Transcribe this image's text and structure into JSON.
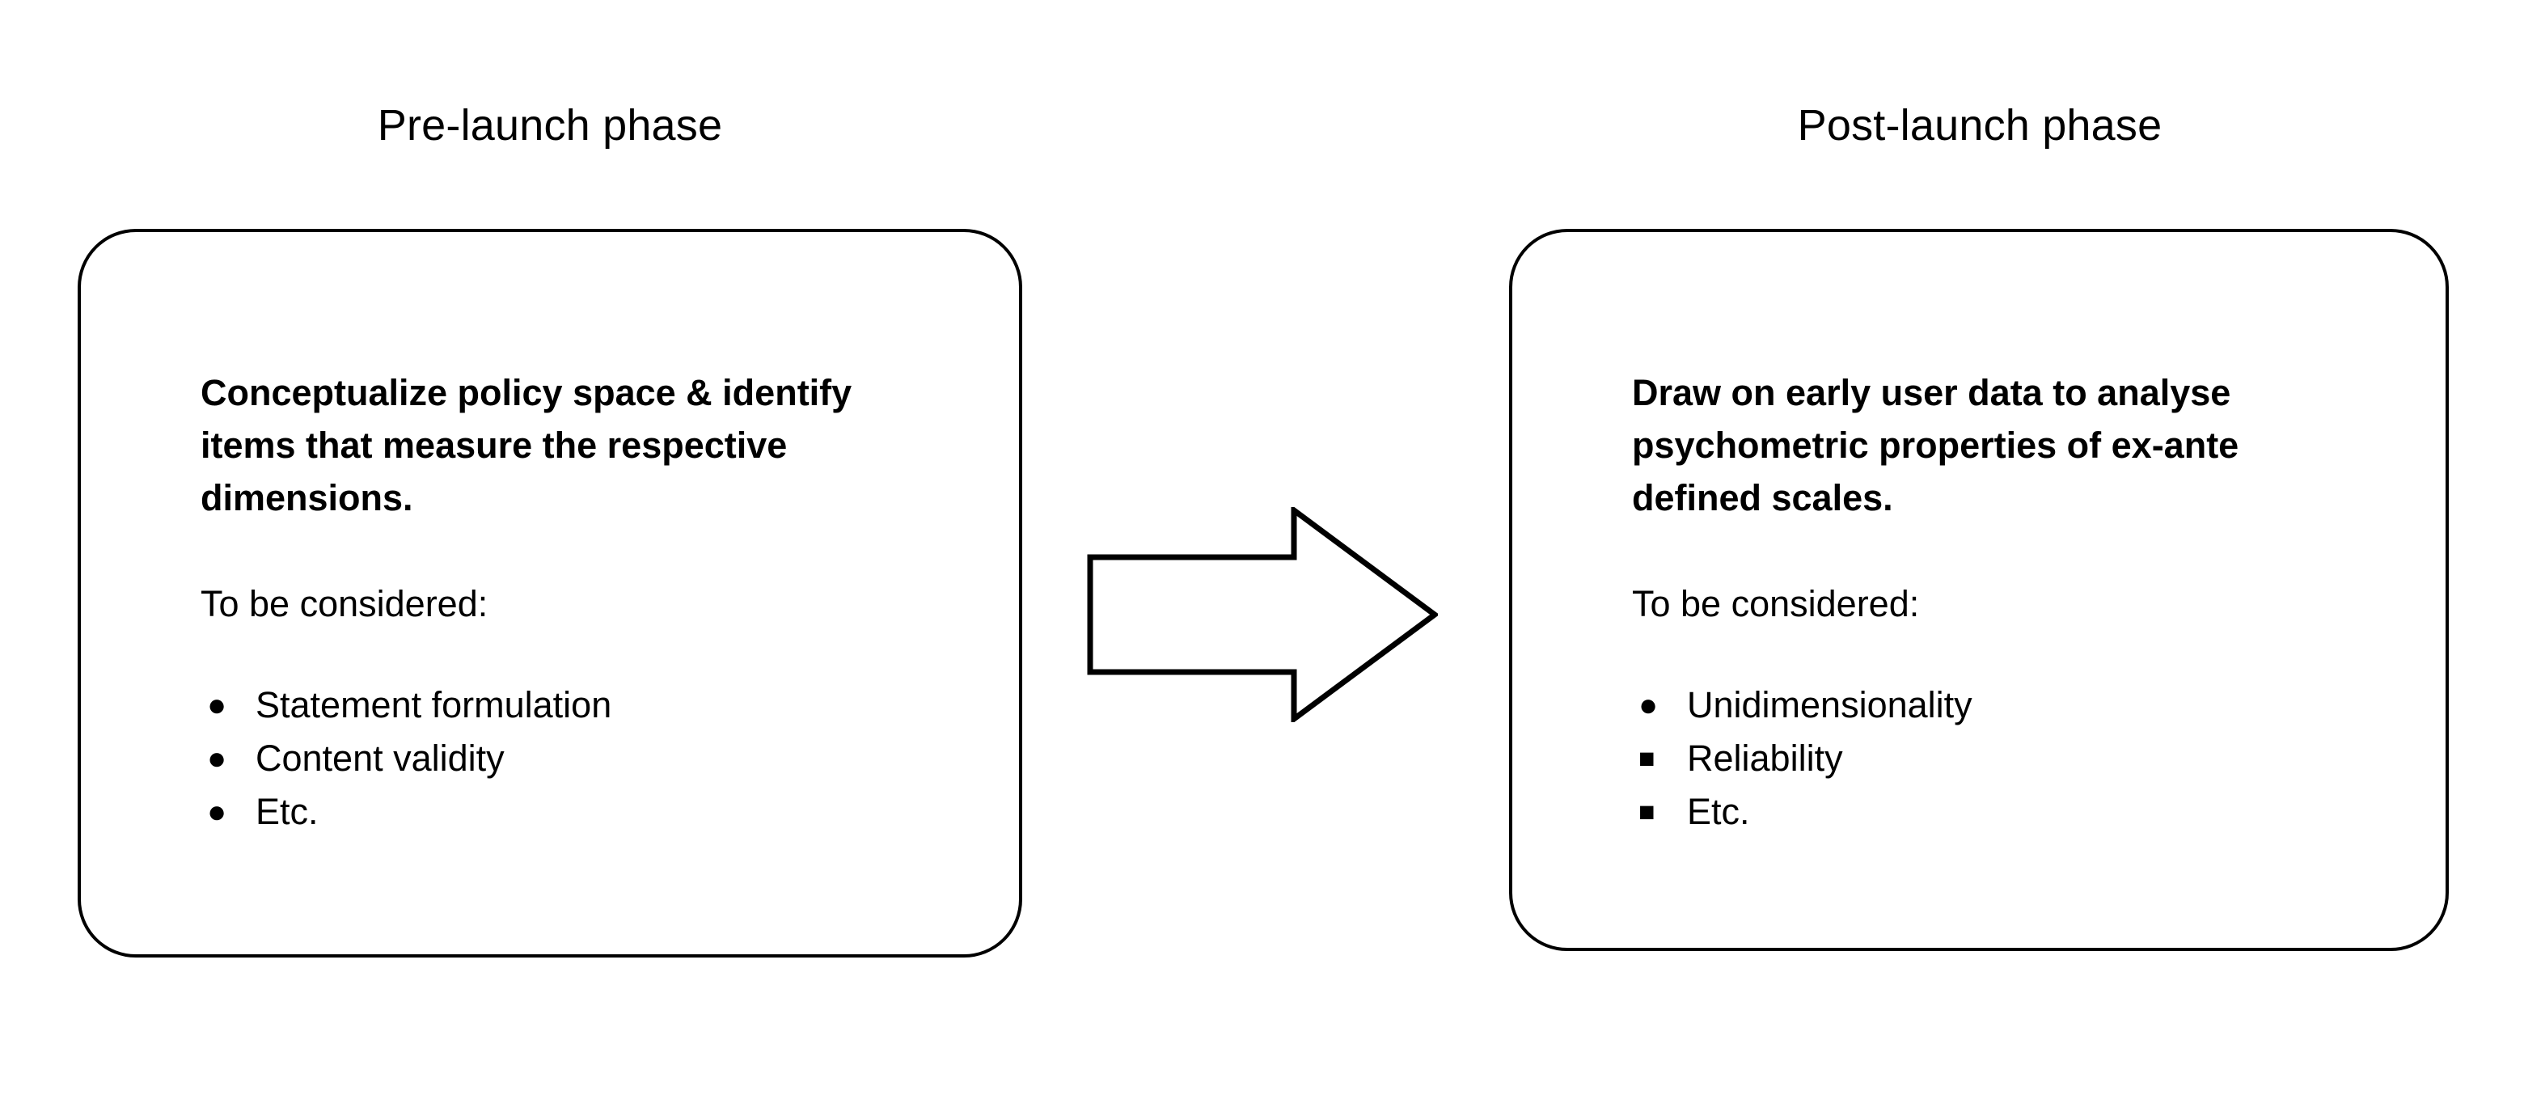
{
  "diagram": {
    "background_color": "#ffffff",
    "stroke_color": "#000000",
    "columns": [
      {
        "id": "pre-launch",
        "title": "Pre-launch phase",
        "lead": "Conceptualize policy space & identify items that measure the respective dimensions.",
        "consider_label": "To be considered:",
        "bullets": [
          {
            "marker": "round-bullet",
            "glyph": "●",
            "label": "Statement formulation"
          },
          {
            "marker": "round-bullet",
            "glyph": "●",
            "label": "Content validity"
          },
          {
            "marker": "round-bullet",
            "glyph": "●",
            "label": "Etc."
          }
        ]
      },
      {
        "id": "post-launch",
        "title": "Post-launch phase",
        "lead": "Draw on early user data to analyse psychometric properties of ex-ante defined scales.",
        "consider_label": "To be considered:",
        "bullets": [
          {
            "marker": "round-bullet",
            "glyph": "●",
            "label": "Unidimensionality"
          },
          {
            "marker": "square-bullet",
            "glyph": "■",
            "label": "Reliability"
          },
          {
            "marker": "square-bullet",
            "glyph": "■",
            "label": "Etc."
          }
        ]
      }
    ],
    "connector": {
      "type": "block-arrow",
      "direction": "right",
      "fill": "#ffffff",
      "stroke": "#000000"
    }
  }
}
